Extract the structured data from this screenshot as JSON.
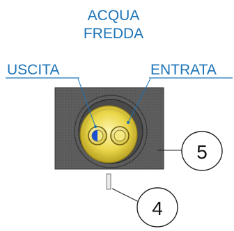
{
  "title": {
    "line1": "ACQUA",
    "line2": "FREDDA"
  },
  "labels": {
    "outlet": "USCITA",
    "inlet": "ENTRATA"
  },
  "callouts": {
    "housing": "5",
    "pin": "4"
  },
  "colors": {
    "label_blue": "#1a73b8",
    "housing_gray": "#5a5a5a",
    "brass_yellow": "#e8d040",
    "marker_blue": "#1a4fd6"
  }
}
